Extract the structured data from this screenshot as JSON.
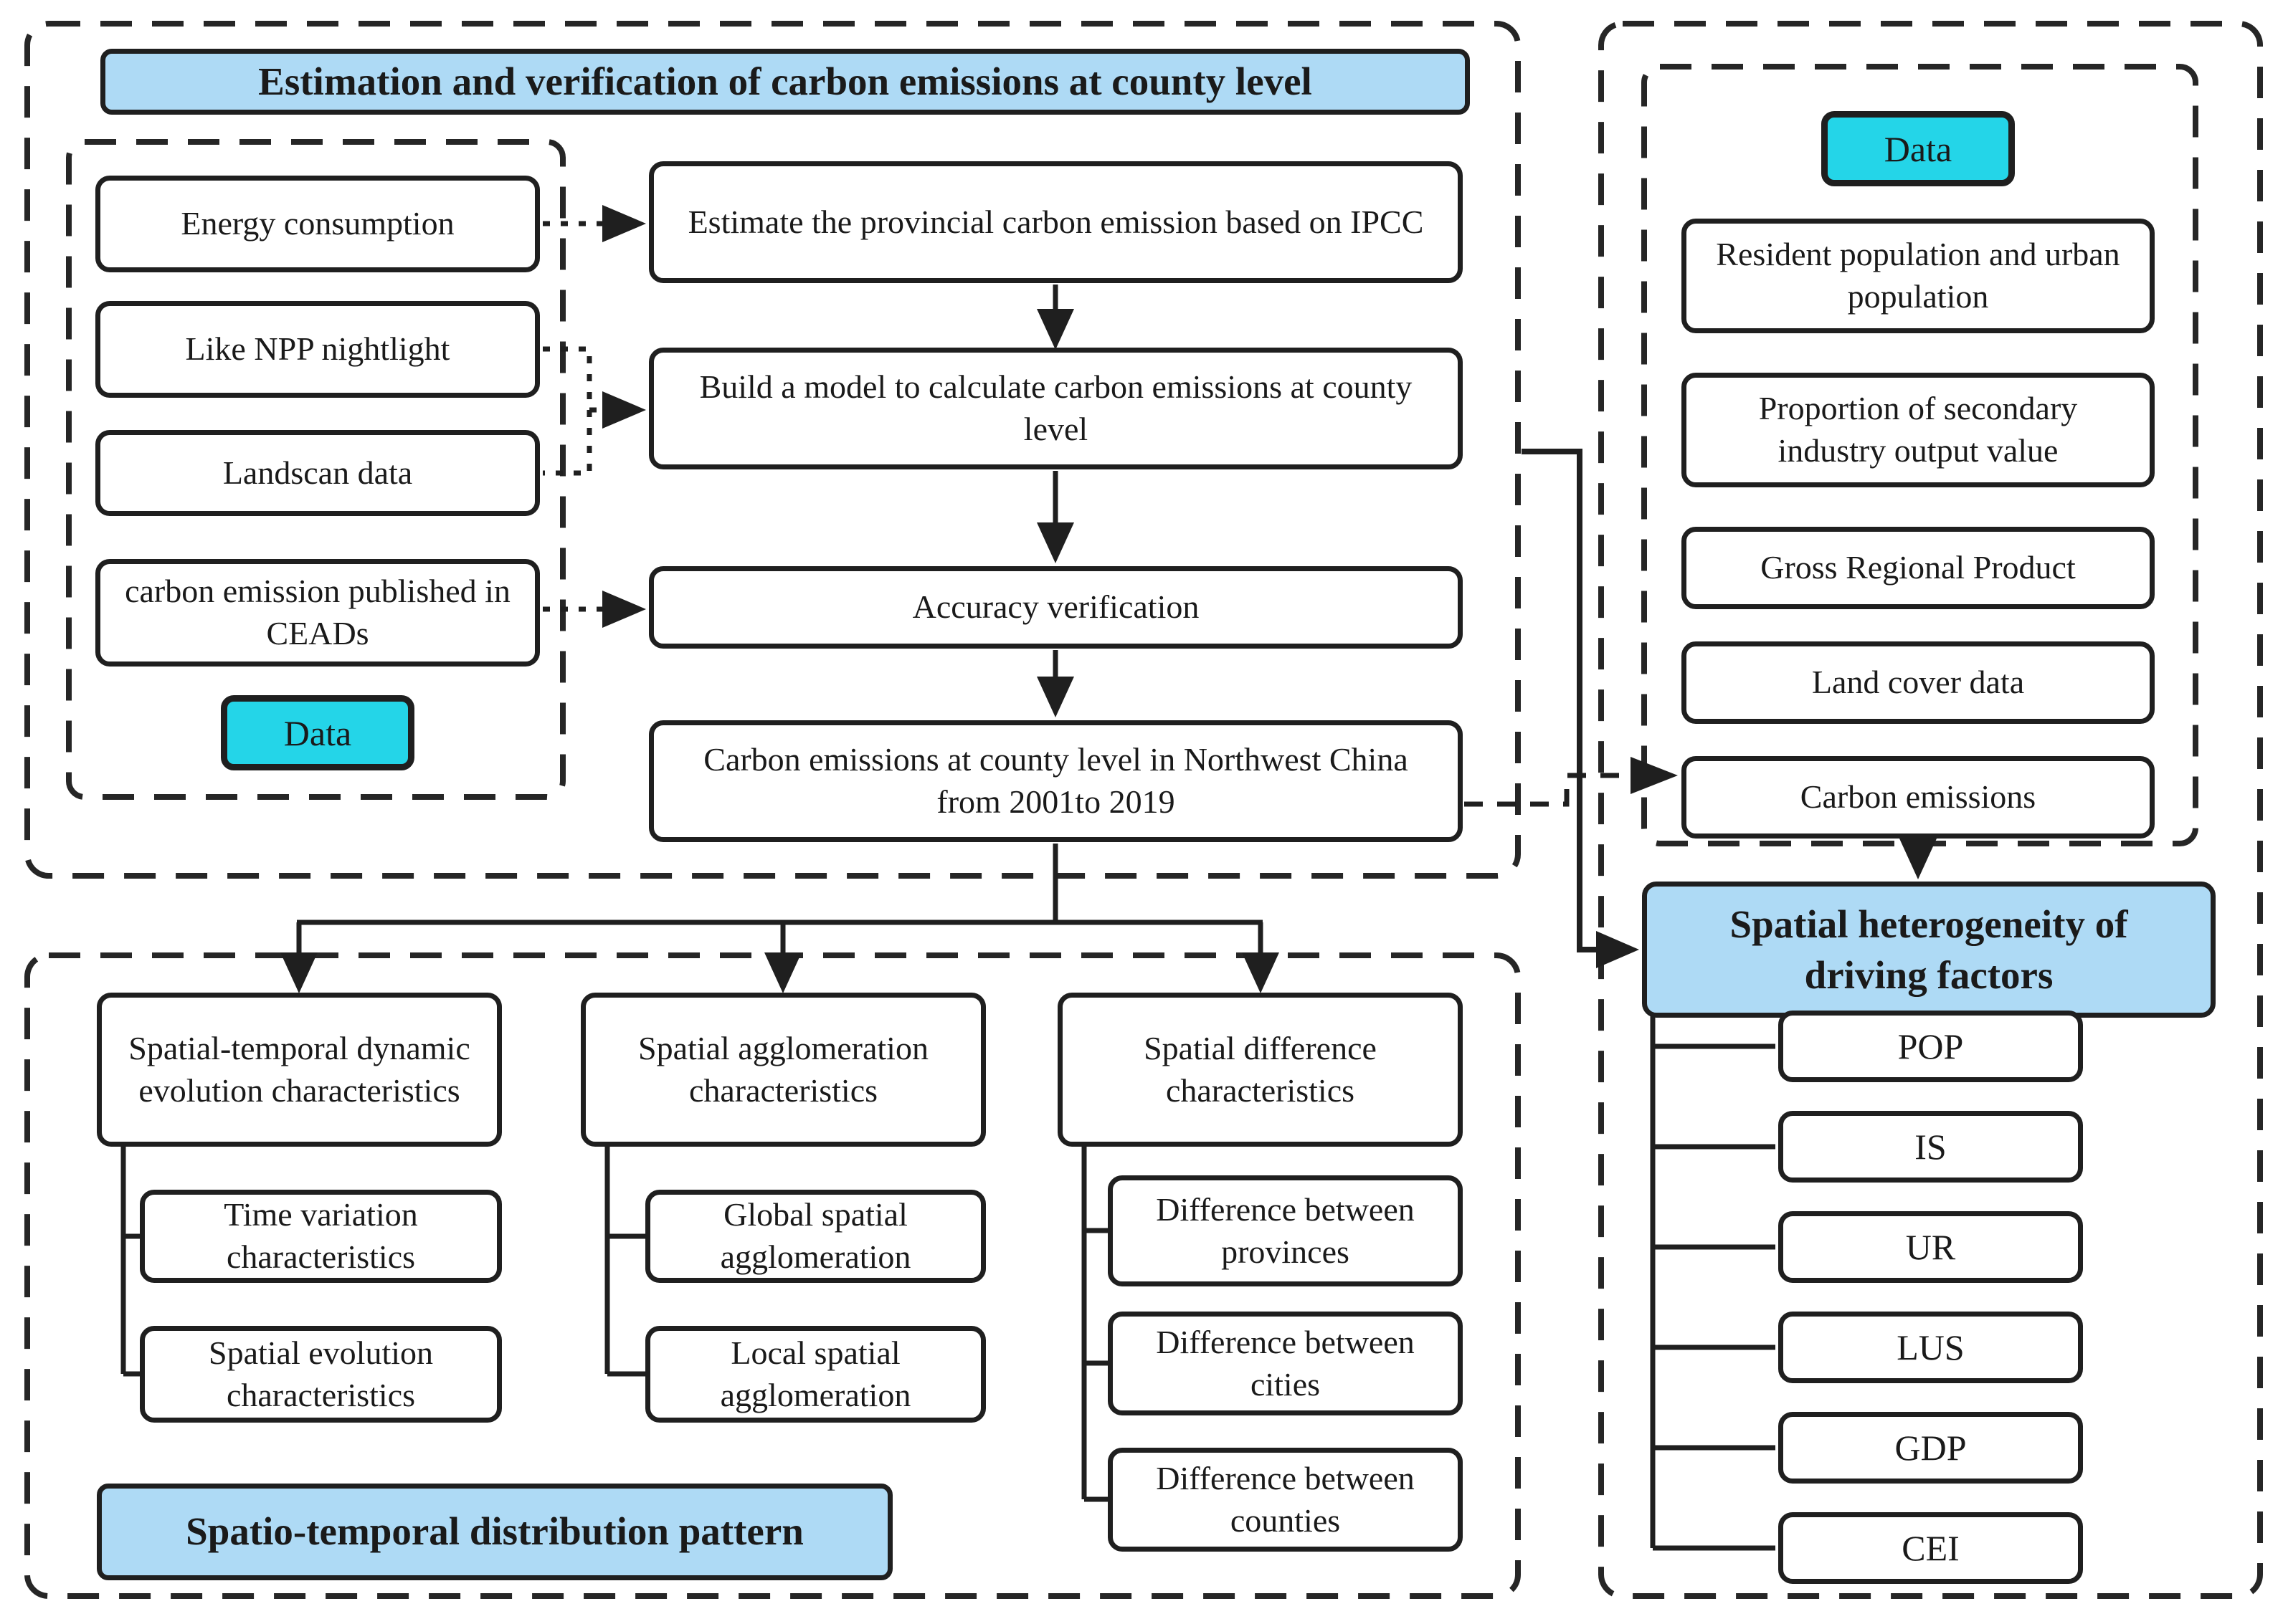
{
  "colors": {
    "banner_blue": "#AEDAF5",
    "cyan": "#24D5E8",
    "line": "#1f1f1f",
    "box_background": "#ffffff"
  },
  "top_left": {
    "title": "Estimation and verification of carbon emissions at county level",
    "sources_label": "Data",
    "sources": [
      "Energy consumption",
      "Like NPP nightlight",
      "Landscan data",
      "carbon emission published in CEADs"
    ],
    "chain": [
      "Estimate the provincial carbon emission based on IPCC",
      "Build a model to calculate carbon emissions at county level",
      "Accuracy verification",
      "Carbon emissions at county level in Northwest China from 2001to 2019"
    ]
  },
  "bottom_left": {
    "title": "Spatio-temporal distribution pattern",
    "columns": [
      {
        "parent": "Spatial-temporal dynamic evolution characteristics",
        "children": [
          "Time variation characteristics",
          "Spatial evolution characteristics"
        ]
      },
      {
        "parent": "Spatial agglomeration characteristics",
        "children": [
          "Global spatial agglomeration",
          "Local spatial agglomeration"
        ]
      },
      {
        "parent": "Spatial difference characteristics",
        "children": [
          "Difference between provinces",
          "Difference between cities",
          "Difference between counties"
        ]
      }
    ]
  },
  "right_panel": {
    "data_label": "Data",
    "data_items": [
      "Resident population and urban population",
      "Proportion of secondary industry output value",
      "Gross Regional Product",
      "Land cover data",
      "Carbon emissions"
    ],
    "heading": "Spatial heterogeneity of driving factors",
    "factors": [
      "POP",
      "IS",
      "UR",
      "LUS",
      "GDP",
      "CEI"
    ]
  }
}
